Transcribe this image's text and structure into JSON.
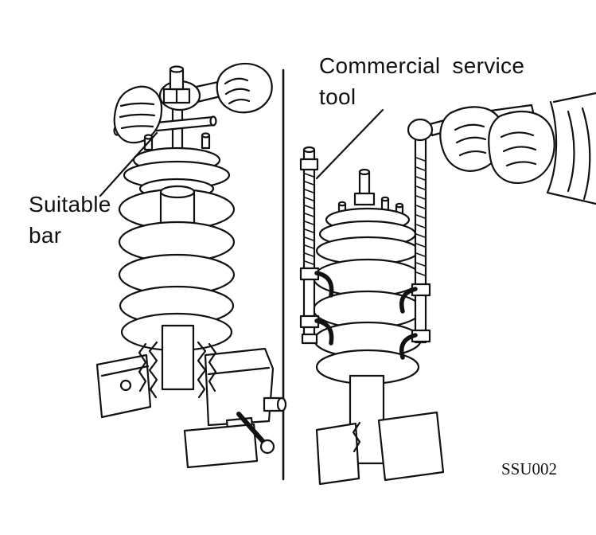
{
  "figure": {
    "background_color": "#ffffff",
    "ink_color": "#111111",
    "left_label": "Suitable bar",
    "right_label": "Commercial service tool",
    "figure_code": "SSU002"
  }
}
